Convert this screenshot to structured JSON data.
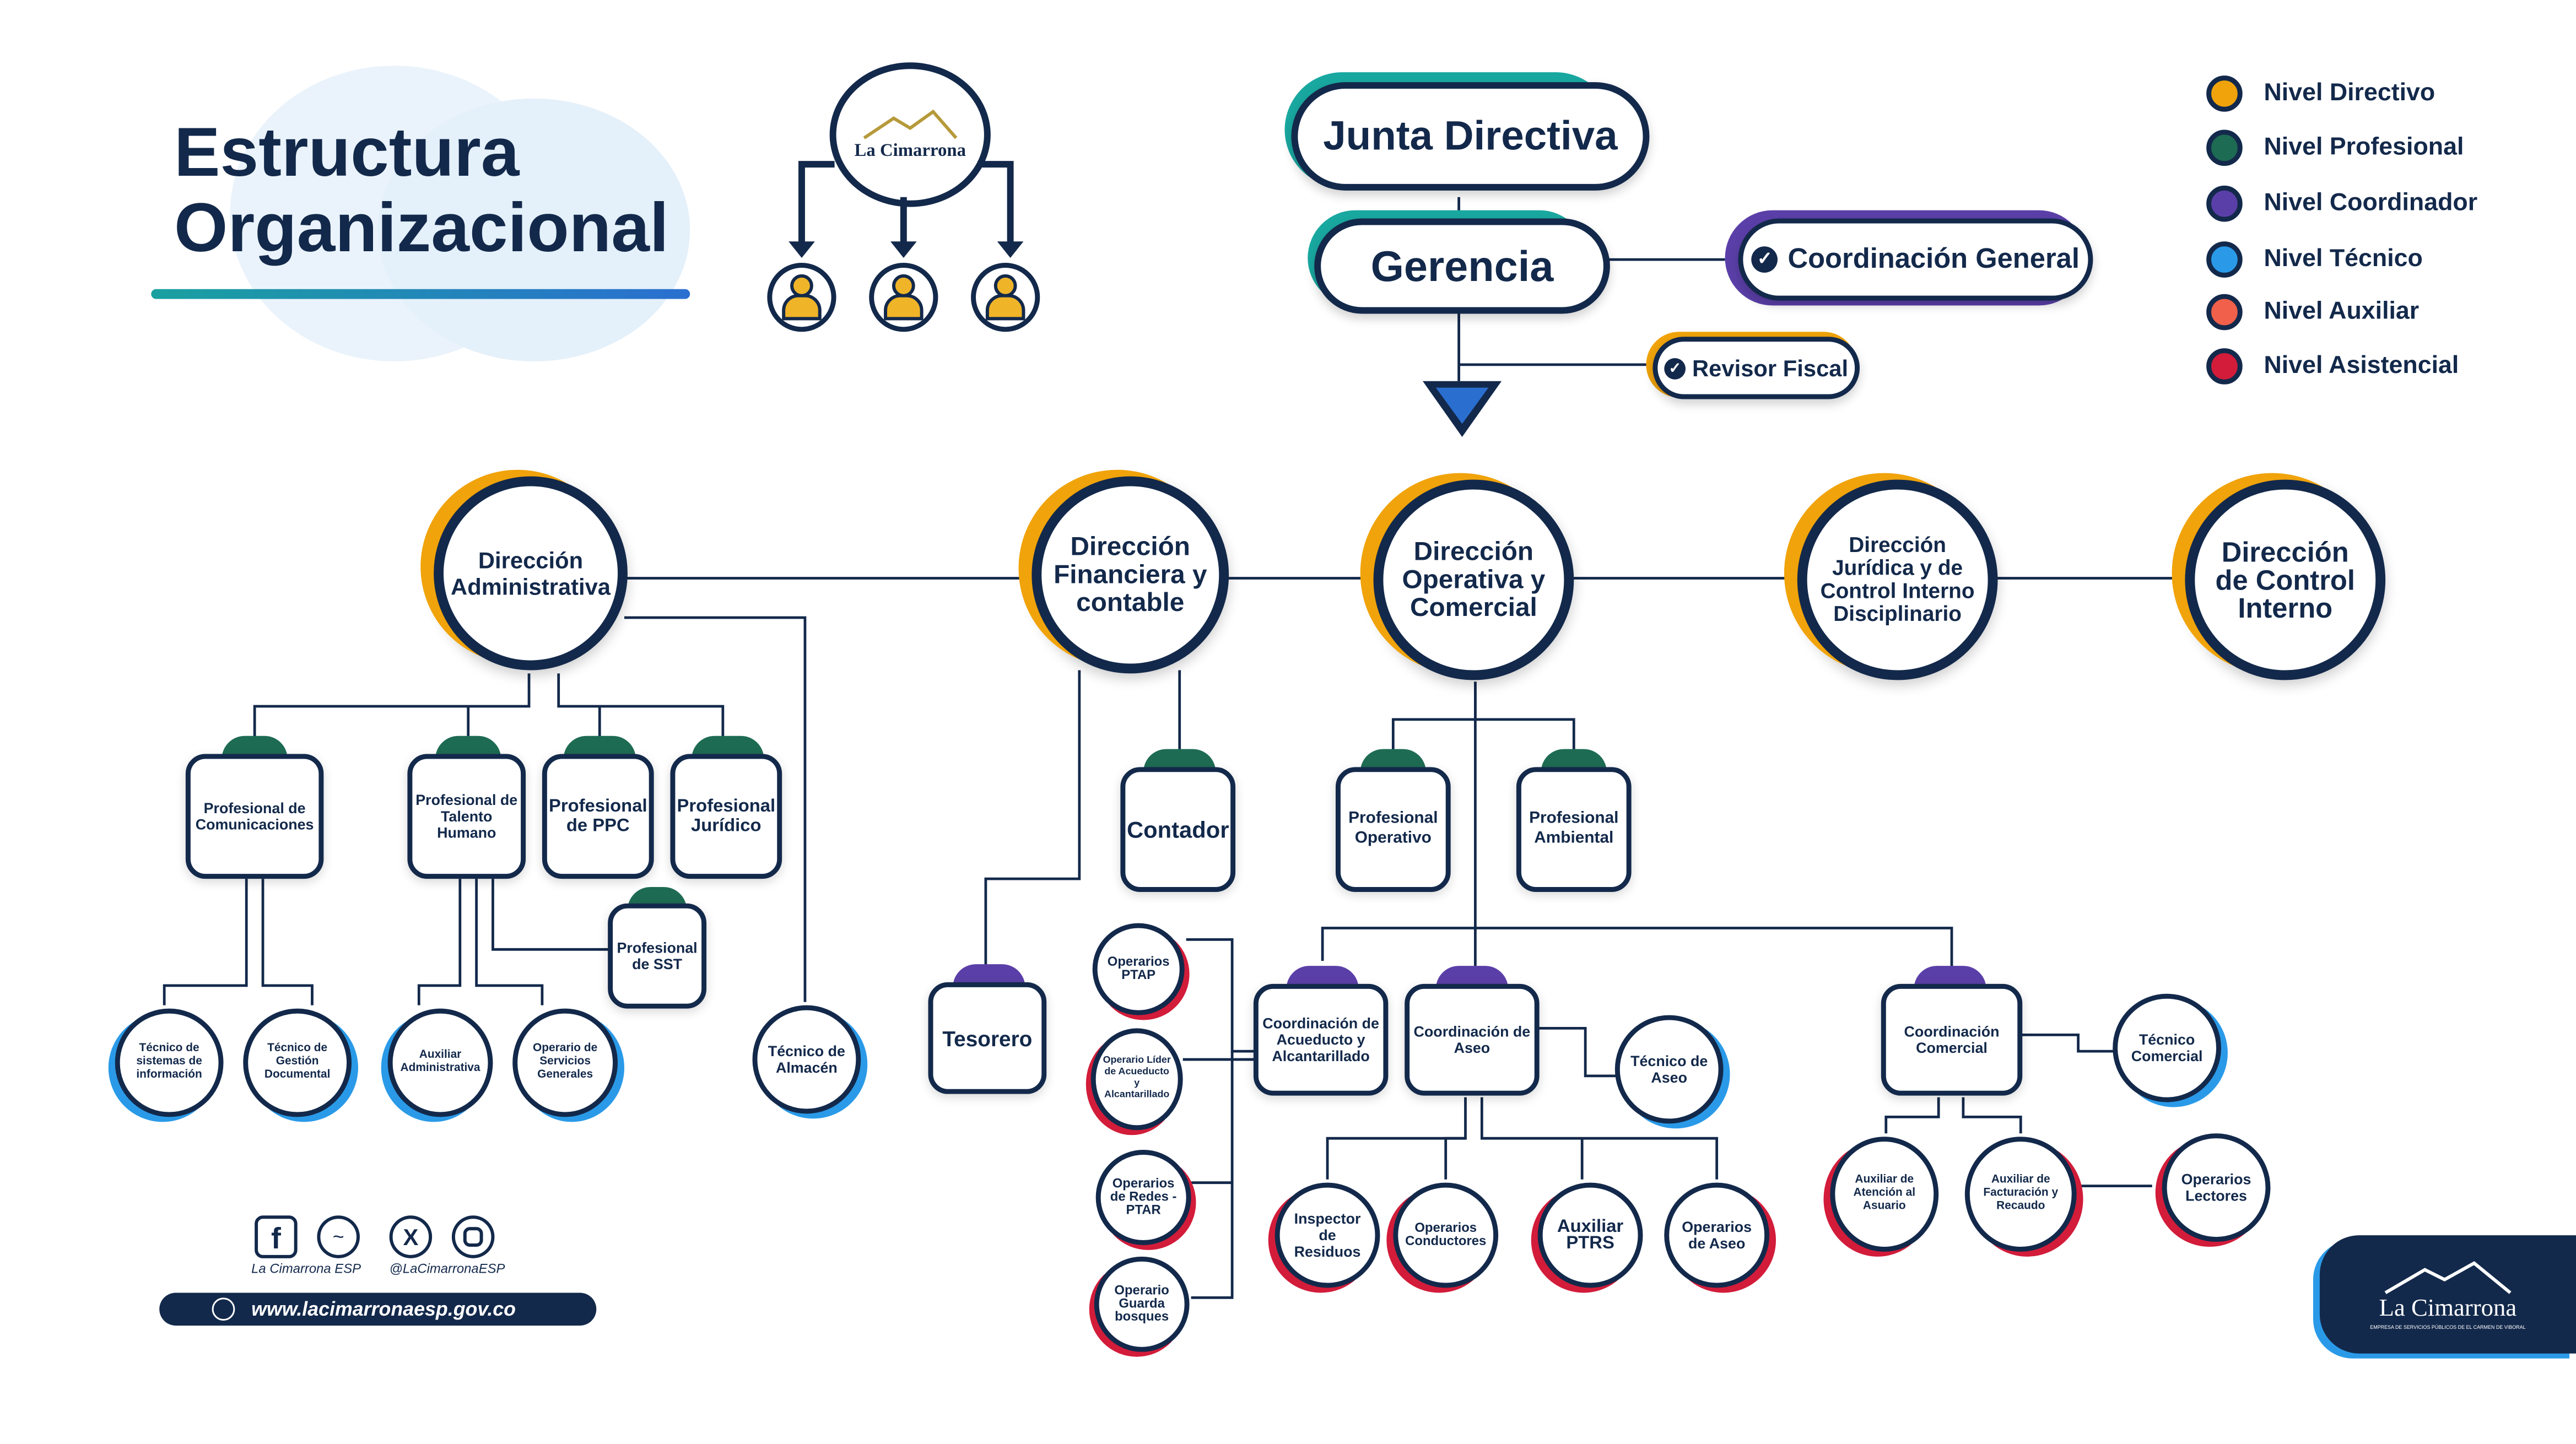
{
  "title": {
    "line1": "Estructura",
    "line2": "Organizacional"
  },
  "logo": {
    "name": "La Cimarrona",
    "tagline": "EMPRESA DE SERVICIOS PÚBLICOS DE EL CARMEN DE VIBORAL"
  },
  "top": {
    "junta": "Junta Directiva",
    "gerencia": "Gerencia",
    "coordinacion": "Coordinación General",
    "revisor": "Revisor Fiscal"
  },
  "legend": [
    {
      "label": "Nivel Directivo",
      "color": "#f0a30a"
    },
    {
      "label": "Nivel Profesional",
      "color": "#1e6b53"
    },
    {
      "label": "Nivel Coordinador",
      "color": "#5b3fa8"
    },
    {
      "label": "Nivel Técnico",
      "color": "#2a9ae8"
    },
    {
      "label": "Nivel Auxiliar",
      "color": "#f0604a"
    },
    {
      "label": "Nivel Asistencial",
      "color": "#d21c3a"
    }
  ],
  "direcciones": {
    "admin": "Dirección Administrativa",
    "financiera": "Dirección Financiera y contable",
    "operativa": "Dirección Operativa y Comercial",
    "juridica": "Dirección Jurídica y de Control Interno Disciplinario",
    "control": "Dirección de Control Interno"
  },
  "profesionales": {
    "comunicaciones": "Profesional de Comunicaciones",
    "talento": "Profesional de Talento Humano",
    "ppc": "Profesional de PPC",
    "juridico": "Profesional Jurídico",
    "sst": "Profesional de SST",
    "contador": "Contador",
    "operativo": "Profesional Operativo",
    "ambiental": "Profesional Ambiental"
  },
  "coordinadores": {
    "tesorero": "Tesorero",
    "acueducto": "Coordinación de Acueducto y Alcantarillado",
    "aseo": "Coordinación de Aseo",
    "comercial": "Coordinación Comercial"
  },
  "tecnicos": {
    "sistemas": "Técnico de sistemas de información",
    "gestion": "Técnico de Gestión Documental",
    "almacen": "Técnico de Almacén",
    "aseo": "Técnico de Aseo",
    "comercial": "Técnico Comercial"
  },
  "auxiliares": {
    "administrativa": "Auxiliar Administrativa",
    "servicios": "Operario de Servicios Generales",
    "ptrs": "Auxiliar PTRS",
    "atencion": "Auxiliar de Atención al Asuario",
    "facturacion": "Auxiliar de Facturación y Recaudo"
  },
  "asistenciales": {
    "ptap": "Operarios PTAP",
    "lider": "Operario Líder de Acueducto y Alcantarillado",
    "redes": "Operarios de Redes - PTAR",
    "guarda": "Operario Guarda bosques",
    "inspector": "Inspector de Residuos",
    "conductores": "Operarios Conductores",
    "aseo": "Operarios de Aseo",
    "lectores": "Operarios Lectores"
  },
  "social": {
    "name": "La Cimarrona ESP",
    "handle": "@LaCimarronaESP",
    "web": "www.lacimarronaesp.gov.co"
  },
  "icons": [
    "logo-mountain-icon",
    "user-icon",
    "facebook-icon",
    "messenger-icon",
    "x-icon",
    "instagram-icon",
    "globe-icon",
    "check-icon",
    "down-arrow-icon"
  ]
}
